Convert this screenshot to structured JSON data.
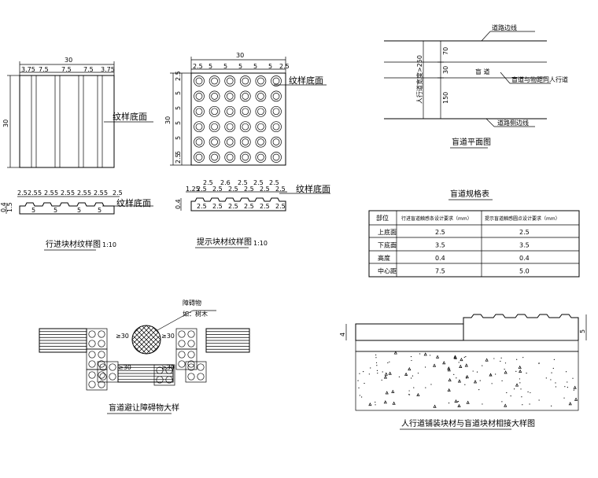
{
  "colors": {
    "ink": "#000000",
    "paper": "#ffffff"
  },
  "fig1": {
    "title": "行进块材纹样图",
    "scale": "1:10",
    "face_label": "纹样底面",
    "face_label2": "纹样底面",
    "dim_top_total": "30",
    "dim_top": [
      "3.75",
      "7.5",
      "7.5",
      "7.5",
      "3.75"
    ],
    "dim_side": "30",
    "sec_dims": [
      "2.5",
      "2.5",
      "5",
      "2.5",
      "5",
      "2.5",
      "5",
      "2.5",
      "5",
      "2.5",
      "5",
      "2.5"
    ],
    "sec_low": [
      "5",
      "5",
      "5",
      "5"
    ],
    "sec_side": "0.4",
    "sec_side2": "1.5"
  },
  "fig2": {
    "title": "提示块材纹样图",
    "scale": "1:10",
    "face_label": "纹样底面",
    "face_label2": "纹样底面",
    "dim_top_total": "30",
    "dim_top": [
      "2.5",
      "5",
      "5",
      "5",
      "5",
      "5",
      "2.5"
    ],
    "dim_side": "30",
    "dim_side_ticks": [
      "2.5",
      "5",
      "5",
      "5",
      "5",
      "5",
      "2.5"
    ],
    "sec_top": [
      "2.5",
      "2.5",
      "2.5",
      "2.5",
      "2.5",
      "2.5"
    ],
    "sec_top2": [
      "2.5",
      "2.6",
      "2.5",
      "2.5",
      "2.5"
    ],
    "sec_low": [
      "2.5",
      "2.5",
      "2.5",
      "2.5",
      "2.5",
      "2.5"
    ],
    "sec_left": "1.25",
    "sec_side": "0.4"
  },
  "fig3": {
    "title": "盲道平面图",
    "label_top": "道路边线",
    "label_mid": "盲  道",
    "label_obstacle": "盲道与物距同人行道",
    "label_bottom": "道路侧边线",
    "side_label": "人行道宽度>250",
    "dims": [
      "70",
      "30",
      "150"
    ]
  },
  "table": {
    "title": "盲道规格表",
    "headers": [
      "部位",
      "行进盲道触感条设计要求（mm）",
      "提示盲道触感圆点设计要求（mm）"
    ],
    "rows": [
      [
        "上底面",
        "2.5",
        "2.5"
      ],
      [
        "下底面",
        "3.5",
        "3.5"
      ],
      [
        "高度",
        "0.4",
        "0.4"
      ],
      [
        "中心距",
        "7.5",
        "5.0"
      ]
    ]
  },
  "fig4": {
    "title": "盲道避让障碍物大样",
    "obstacle_label": "障碍物",
    "obstacle_sub": "如：树木",
    "dims": [
      "≥30",
      "≥30",
      "≥30",
      "≥30"
    ]
  },
  "fig5": {
    "title": "人行道铺装块材与盲道块材相接大样图",
    "dim_left": "4",
    "dim_right": "5"
  }
}
